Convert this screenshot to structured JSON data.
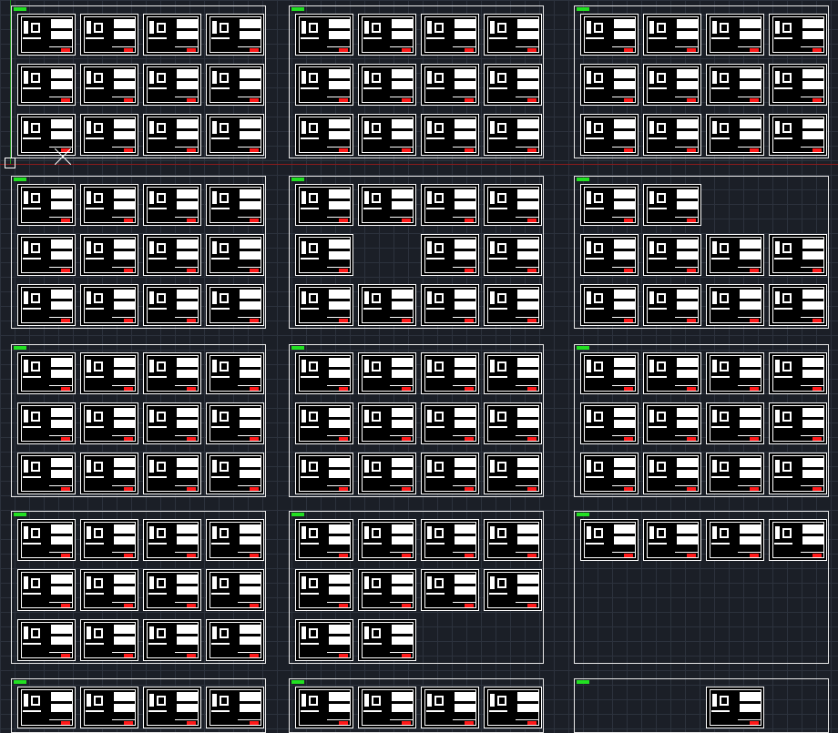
{
  "app": {
    "view": "model-space",
    "colors": {
      "background": "#1b1f27",
      "frame": "#ffffff",
      "label": "#22e022",
      "stamp": "#ff1a1a",
      "x_axis": "#8a1c1c",
      "y_axis": "#1f8f1f"
    }
  },
  "groups": [
    {
      "sheets": [
        [
          1,
          1,
          1,
          1
        ],
        [
          1,
          1,
          1,
          1
        ],
        [
          1,
          1,
          1,
          1
        ]
      ]
    },
    {
      "sheets": [
        [
          1,
          1,
          1,
          1
        ],
        [
          1,
          1,
          1,
          1
        ],
        [
          1,
          1,
          1,
          1
        ]
      ]
    },
    {
      "sheets": [
        [
          1,
          1,
          1,
          1
        ],
        [
          1,
          1,
          1,
          1
        ],
        [
          1,
          1,
          1,
          1
        ]
      ]
    },
    {
      "sheets": [
        [
          1,
          1,
          1,
          1
        ],
        [
          1,
          1,
          1,
          1
        ],
        [
          1,
          1,
          1,
          1
        ]
      ]
    },
    {
      "sheets": [
        [
          1,
          1,
          1,
          1
        ],
        [
          1,
          0,
          1,
          1
        ],
        [
          1,
          1,
          1,
          1
        ]
      ]
    },
    {
      "sheets": [
        [
          1,
          1,
          0,
          0
        ],
        [
          1,
          1,
          1,
          1
        ],
        [
          1,
          1,
          1,
          1
        ]
      ]
    },
    {
      "sheets": [
        [
          1,
          1,
          1,
          1
        ],
        [
          1,
          1,
          1,
          1
        ],
        [
          1,
          1,
          1,
          1
        ]
      ]
    },
    {
      "sheets": [
        [
          1,
          1,
          1,
          1
        ],
        [
          1,
          1,
          1,
          1
        ],
        [
          1,
          1,
          1,
          1
        ]
      ]
    },
    {
      "sheets": [
        [
          1,
          1,
          1,
          1
        ],
        [
          1,
          1,
          1,
          1
        ],
        [
          1,
          1,
          1,
          1
        ]
      ]
    },
    {
      "sheets": [
        [
          1,
          1,
          1,
          1
        ],
        [
          1,
          1,
          1,
          1
        ],
        [
          1,
          1,
          1,
          1
        ]
      ]
    },
    {
      "sheets": [
        [
          1,
          1,
          1,
          1
        ],
        [
          1,
          1,
          1,
          1
        ],
        [
          1,
          1,
          0,
          0
        ]
      ]
    },
    {
      "sheets": [
        [
          1,
          1,
          1,
          1
        ],
        [
          0,
          0,
          0,
          0
        ],
        [
          0,
          0,
          0,
          0
        ]
      ]
    },
    {
      "sheets": [
        [
          1,
          1,
          1,
          1
        ]
      ]
    },
    {
      "sheets": [
        [
          1,
          1,
          1,
          1
        ]
      ]
    },
    {
      "sheets": [
        [
          0,
          0,
          1,
          0
        ]
      ]
    }
  ]
}
